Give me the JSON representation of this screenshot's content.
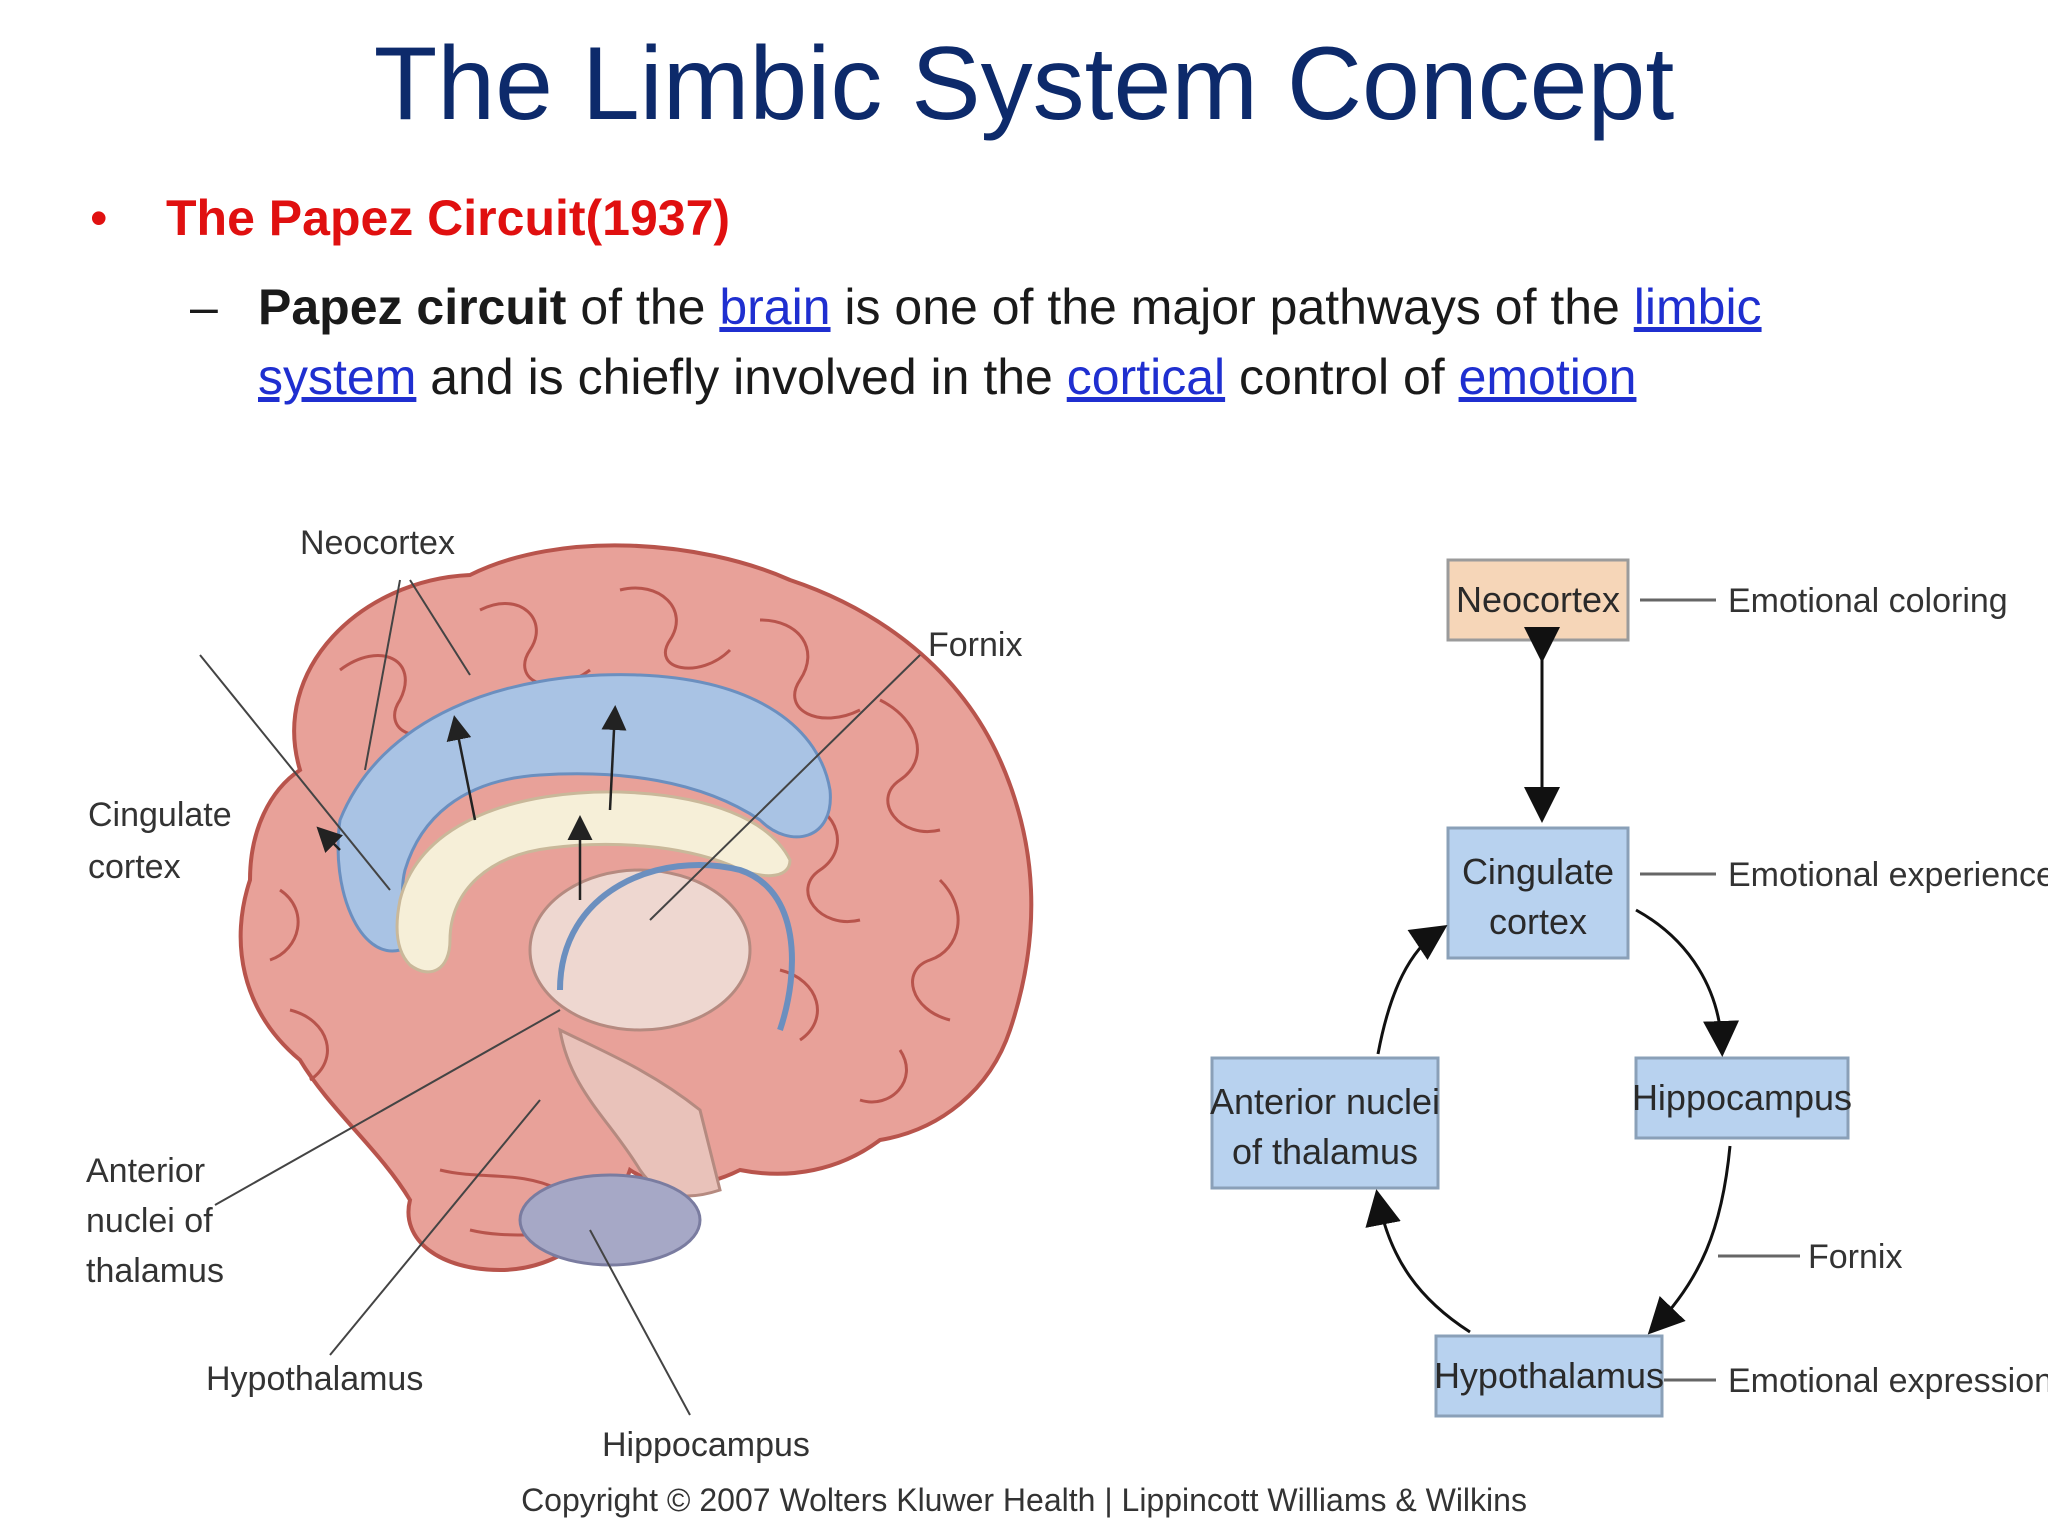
{
  "slide": {
    "title": "The Limbic System Concept",
    "bullet": "The Papez Circuit(1937)",
    "bullet_marker": "•",
    "sub_marker": "–",
    "sub": {
      "bold": "Papez circuit",
      "t1": " of the ",
      "link_brain": "brain",
      "t2": " is one of the major pathways of the ",
      "link_limbic": "limbic system",
      "t3": " and is chiefly involved in the ",
      "link_cortical": "cortical",
      "t4": " control of ",
      "link_emotion": "emotion"
    }
  },
  "brain_labels": {
    "neocortex": "Neocortex",
    "fornix": "Fornix",
    "cingulate_1": "Cingulate",
    "cingulate_2": "cortex",
    "anterior_1": "Anterior",
    "anterior_2": "nuclei of",
    "anterior_3": "thalamus",
    "hypothalamus": "Hypothalamus",
    "hippocampus": "Hippocampus"
  },
  "circuit": {
    "neocortex": "Neocortex",
    "cingulate_1": "Cingulate",
    "cingulate_2": "cortex",
    "hippocampus": "Hippocampus",
    "anterior_1": "Anterior nuclei",
    "anterior_2": "of thalamus",
    "hypothalamus": "Hypothalamus",
    "fornix": "Fornix",
    "emo_coloring": "Emotional coloring",
    "emo_experience": "Emotional experience",
    "emo_expression": "Emotional expression"
  },
  "copyright": "Copyright © 2007 Wolters Kluwer Health | Lippincott Williams & Wilkins",
  "colors": {
    "title": "#0d2a6b",
    "bullet": "#e01010",
    "link": "#1f2fd0",
    "brain_pink": "#e8a199",
    "brain_outline": "#b8544c",
    "cingulate_blue": "#a9c3e4",
    "box_blue": "#b8d2ef",
    "box_peach": "#f6d6b8"
  }
}
